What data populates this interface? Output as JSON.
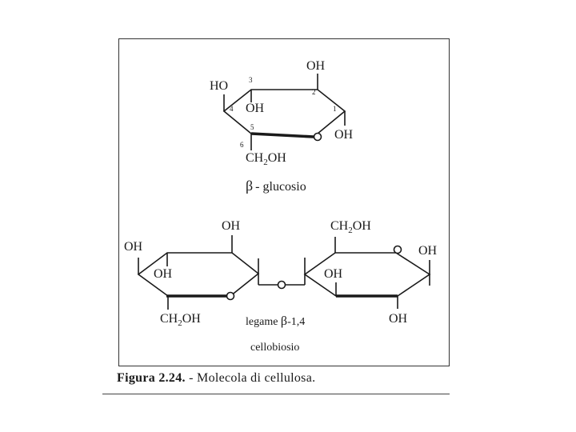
{
  "molecule_top": {
    "oh_top": "OH",
    "ho_left": "HO",
    "oh_inner": "OH",
    "oh_right": "OH",
    "ch2_c": "CH",
    "ch2_sub": "2",
    "ch2_oh": "OH",
    "num_1": "1",
    "num_2": "2",
    "num_3": "3",
    "num_4": "4",
    "num_5": "5",
    "num_6": "6",
    "name_symbol": "β",
    "name_text": "- glucosio"
  },
  "molecule_left": {
    "oh_top": "OH",
    "oh_left": "OH",
    "oh_inner": "OH",
    "ch2_c": "CH",
    "ch2_sub": "2",
    "ch2_oh": "OH"
  },
  "molecule_right": {
    "ch2_c": "CH",
    "ch2_sub": "2",
    "ch2_oh": "OH",
    "oh_right": "OH",
    "oh_inner": "OH",
    "oh_bottom": "OH"
  },
  "linkage": {
    "label_prefix": "legame ",
    "label_symbol": "β",
    "label_suffix": "-1,4",
    "name": "cellobiosio"
  },
  "caption": {
    "figure": "Figura 2.24.",
    "text": " - Molecola di cellulosa."
  }
}
